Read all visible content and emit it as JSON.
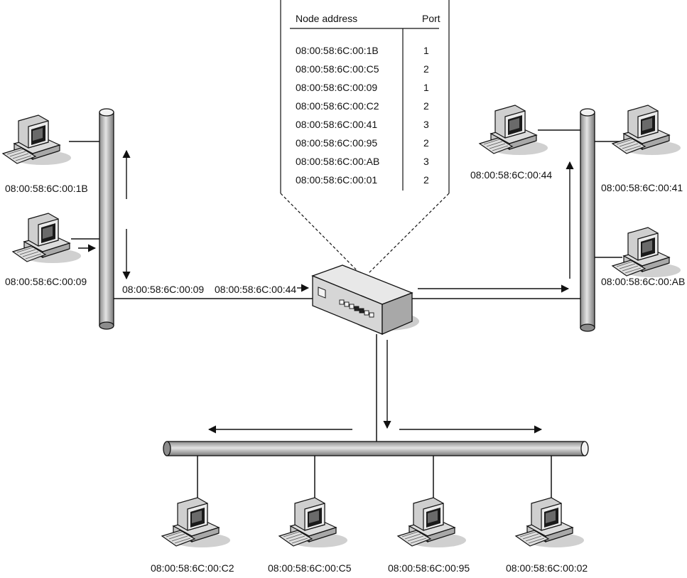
{
  "table": {
    "headers": {
      "address": "Node address",
      "port": "Port"
    },
    "rows": [
      {
        "address": "08:00:58:6C:00:1B",
        "port": "1"
      },
      {
        "address": "08:00:58:6C:00:C5",
        "port": "2"
      },
      {
        "address": "08:00:58:6C:00:09",
        "port": "1"
      },
      {
        "address": "08:00:58:6C:00:C2",
        "port": "2"
      },
      {
        "address": "08:00:58:6C:00:41",
        "port": "3"
      },
      {
        "address": "08:00:58:6C:00:95",
        "port": "2"
      },
      {
        "address": "08:00:58:6C:00:AB",
        "port": "3"
      },
      {
        "address": "08:00:58:6C:00:01",
        "port": "2"
      }
    ]
  },
  "computers": {
    "left_top": "08:00:58:6C:00:1B",
    "left_bottom": "08:00:58:6C:00:09",
    "right_top_left": "08:00:58:6C:00:44",
    "right_top_right": "08:00:58:6C:00:41",
    "right_bottom": "08:00:58:6C:00:AB",
    "bottom_1": "08:00:58:6C:00:C2",
    "bottom_2": "08:00:58:6C:00:C5",
    "bottom_3": "08:00:58:6C:00:95",
    "bottom_4": "08:00:58:6C:00:02"
  },
  "frame": {
    "source_address": "08:00:58:6C:00:09",
    "destination_address": "08:00:58:6C:00:44"
  },
  "colors": {
    "line": "#111111",
    "segment_fill": "#c8c8c8",
    "device_fill": "#e6e6e6"
  }
}
